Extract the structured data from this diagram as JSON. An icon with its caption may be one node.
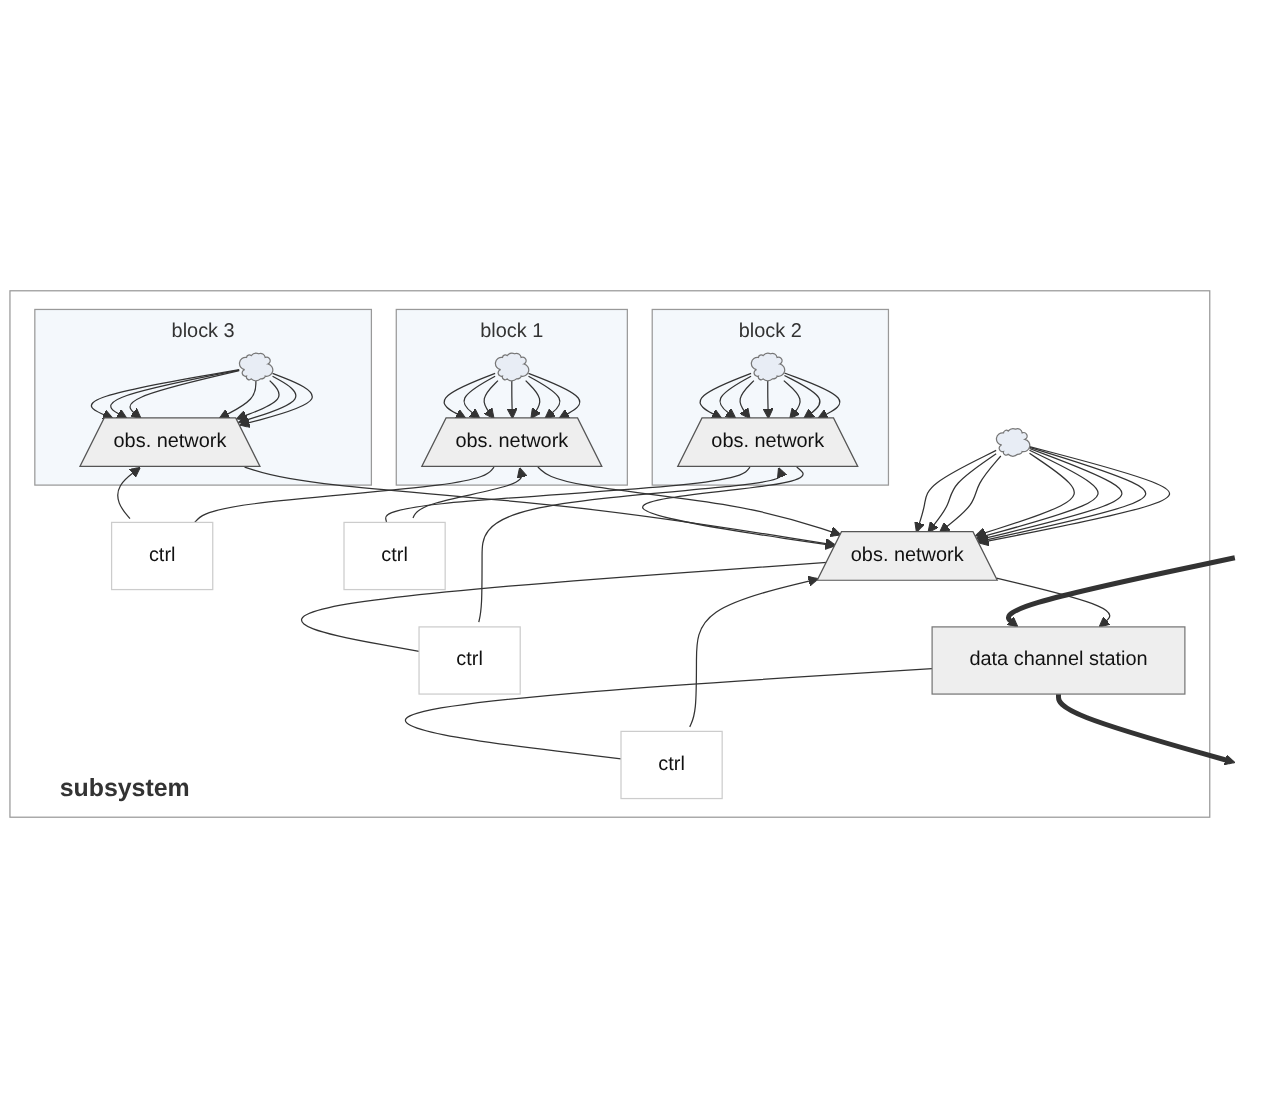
{
  "diagram": {
    "nodes": [
      {
        "text": [
          "subsystem"
        ]
      },
      {
        "text": [
          "ctrl"
        ],
        "in": 0
      },
      {
        "text": [
          "block 1"
        ],
        "in": 0
      },
      {
        "text": [],
        "shape": "cloud",
        "in": 2
      },
      {
        "text": [
          "obs. network"
        ],
        "in": 2
      },
      {
        "text": [
          "block 3"
        ],
        "in": 0
      },
      {
        "text": [
          "obs. network"
        ],
        "in": 5
      },
      {
        "text": [],
        "shape": "cloud",
        "in": 5
      },
      {
        "text": [
          "ctrl"
        ],
        "in": 0
      },
      {
        "text": [
          "block 2"
        ],
        "in": 0
      },
      {
        "text": [],
        "shape": "cloud",
        "in": 9
      },
      {
        "text": [
          "obs. network"
        ],
        "in": 9
      },
      {
        "text": [],
        "shape": "cloud",
        "in": 0
      },
      {
        "text": [
          "ctrl"
        ],
        "in": 0
      },
      {
        "text": [
          "obs. network"
        ],
        "in": 0
      },
      {
        "text": [
          "ctrl"
        ],
        "in": 0
      },
      {
        "text": [
          "data channel station"
        ],
        "in": 0
      }
    ],
    "edges": [
      {
        "from": 3,
        "to": 4,
        "arrow": "to"
      },
      {
        "from": 3,
        "to": 4,
        "arrow": "to"
      },
      {
        "from": 3,
        "to": 4,
        "arrow": "to"
      },
      {
        "from": 3,
        "to": 4,
        "arrow": "to"
      },
      {
        "from": 3,
        "to": 4,
        "arrow": "to"
      },
      {
        "from": 3,
        "to": 4,
        "arrow": "to"
      },
      {
        "from": 3,
        "to": 4,
        "arrow": "to"
      },
      {
        "from": 7,
        "to": 6,
        "arrow": "to"
      },
      {
        "from": 7,
        "to": 6,
        "arrow": "to"
      },
      {
        "from": 7,
        "to": 6,
        "arrow": "to"
      },
      {
        "from": 7,
        "to": 6,
        "arrow": "to"
      },
      {
        "from": 7,
        "to": 6,
        "arrow": "to"
      },
      {
        "from": 7,
        "to": 6,
        "arrow": "to"
      },
      {
        "from": 7,
        "to": 6,
        "arrow": "to"
      },
      {
        "from": 10,
        "to": 11,
        "arrow": "to"
      },
      {
        "from": 10,
        "to": 11,
        "arrow": "to"
      },
      {
        "from": 10,
        "to": 11,
        "arrow": "to"
      },
      {
        "from": 10,
        "to": 11,
        "arrow": "to"
      },
      {
        "from": 10,
        "to": 11,
        "arrow": "to"
      },
      {
        "from": 10,
        "to": 11,
        "arrow": "to"
      },
      {
        "from": 10,
        "to": 11,
        "arrow": "to"
      },
      {
        "from": 12,
        "to": 14,
        "arrow": "to"
      },
      {
        "from": 12,
        "to": 14,
        "arrow": "to"
      },
      {
        "from": 12,
        "to": 14,
        "arrow": "to"
      },
      {
        "from": 12,
        "to": 14,
        "arrow": "to"
      },
      {
        "from": 12,
        "to": 14,
        "arrow": "to"
      },
      {
        "from": 12,
        "to": 14,
        "arrow": "to"
      },
      {
        "from": 12,
        "to": 14,
        "arrow": "to"
      },
      {
        "from": 12,
        "to": 14,
        "arrow": "to"
      },
      {
        "from": 1,
        "to": 4,
        "arrow": "none"
      },
      {
        "from": 1,
        "to": 6,
        "arrow": "to"
      },
      {
        "from": 8,
        "to": 4,
        "arrow": "to"
      },
      {
        "from": 8,
        "to": 11,
        "arrow": "none"
      },
      {
        "from": 4,
        "to": 14,
        "arrow": "to"
      },
      {
        "from": 6,
        "to": 14,
        "arrow": "to"
      },
      {
        "from": 11,
        "to": 14,
        "arrow": "to"
      },
      {
        "from": 13,
        "to": 11,
        "arrow": "to"
      },
      {
        "from": 13,
        "to": 14,
        "arrow": "none"
      },
      {
        "from": 15,
        "to": 14,
        "arrow": "to"
      },
      {
        "from": 15,
        "to": 16,
        "arrow": "none"
      },
      {
        "from": 14,
        "to": 16,
        "arrow": "to"
      },
      {
        "from": null,
        "to": 16,
        "arrow": "to",
        "style": "thick"
      },
      {
        "from": 16,
        "to": null,
        "arrow": "to",
        "style": "thick"
      }
    ]
  }
}
